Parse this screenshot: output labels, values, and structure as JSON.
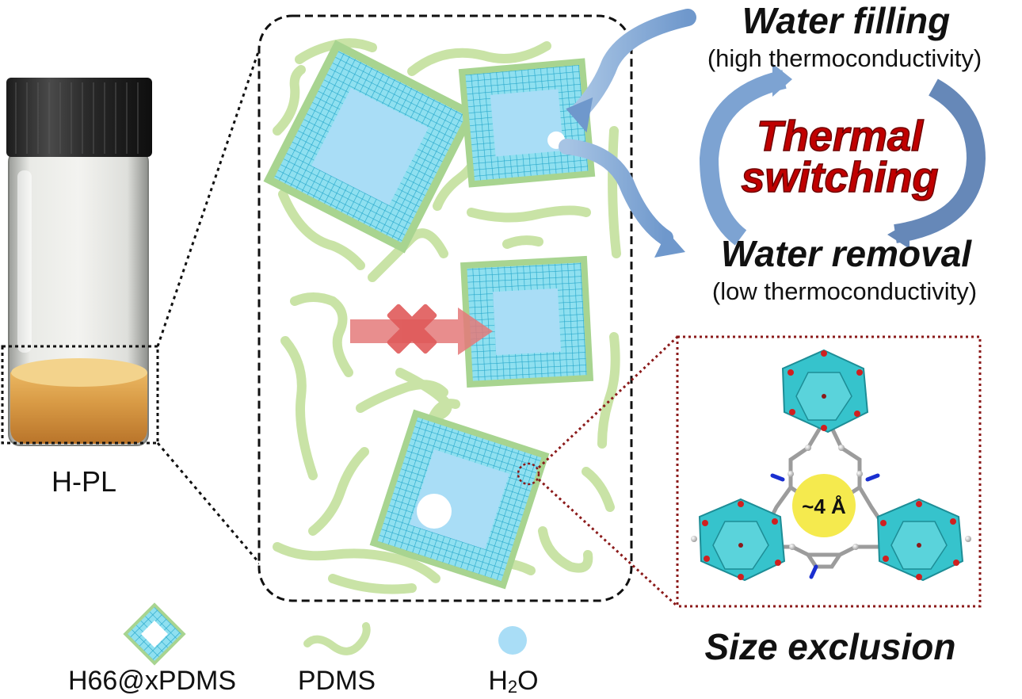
{
  "vial": {
    "label": "H-PL"
  },
  "top_state": {
    "title": "Water filling",
    "subtitle": "(high thermoconductivity)"
  },
  "switch": {
    "line1": "Thermal",
    "line2": "switching"
  },
  "bottom_state": {
    "title": "Water removal",
    "subtitle": "(low thermoconductivity)"
  },
  "cage": {
    "pore_label": "~4 Å",
    "caption": "Size exclusion"
  },
  "legend": {
    "items": [
      {
        "label": "H66@xPDMS"
      },
      {
        "label": "PDMS"
      },
      {
        "label_main": "H",
        "label_sub": "2",
        "label_end": "O"
      }
    ]
  },
  "colors": {
    "mof_fill": "#7fd7ec",
    "mof_grid": "#2fb3d3",
    "mof_border": "#a8d490",
    "water": "#a9ddf6",
    "pdms": "#c9e3a6",
    "pdms_edge": "#a9cf85",
    "arrow_blue": "#8fb4dc",
    "switch_red": "#c00000",
    "exclusion_red": "#e05a5a",
    "box_dark_red": "#8b1a1a",
    "pore_yellow": "#f5ea4e",
    "cage_teal": "#36c3cc",
    "liquid": "#e0a64f"
  }
}
